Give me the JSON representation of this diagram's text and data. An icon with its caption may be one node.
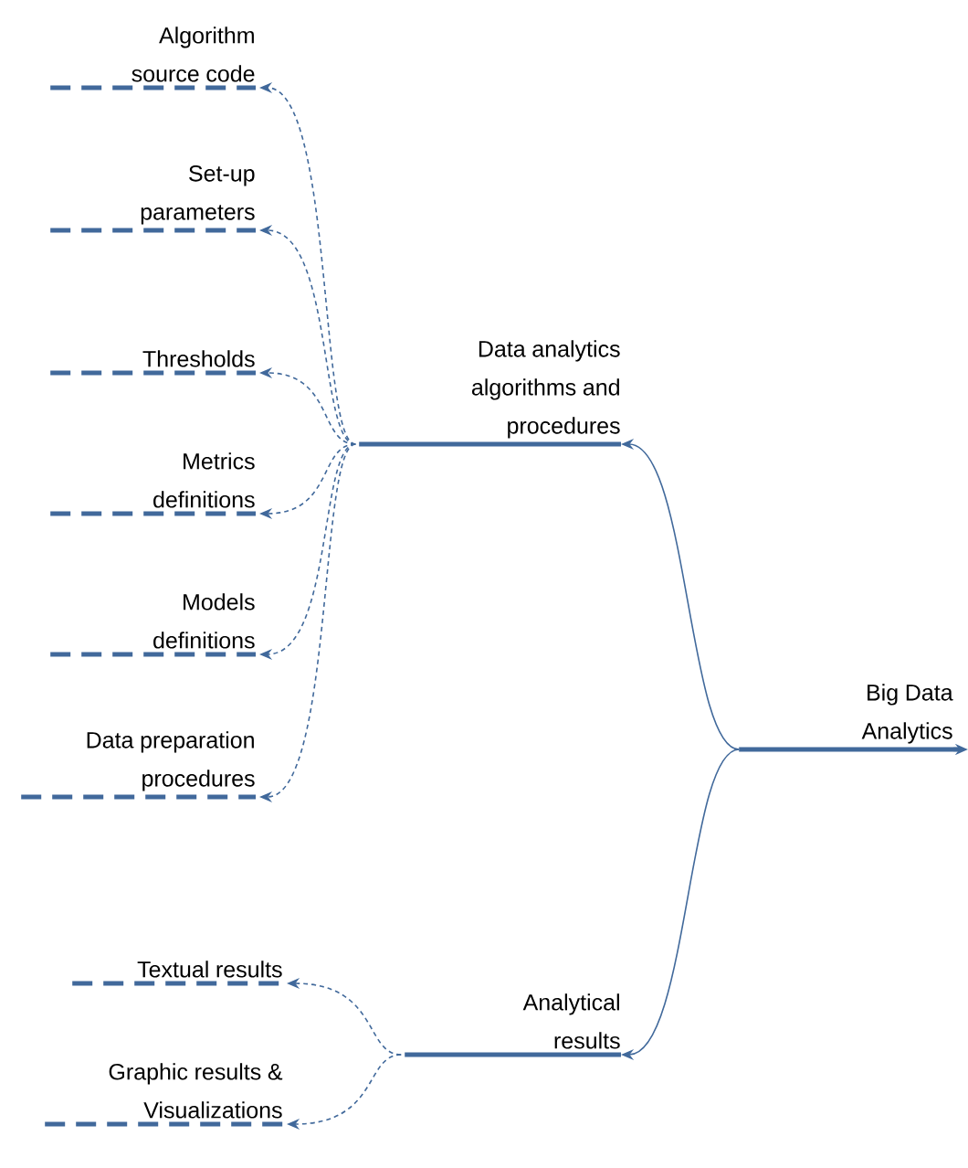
{
  "diagram": {
    "nodes": [
      {
        "text": [
          "Algorithm source code"
        ]
      },
      {
        "text": [
          "Set-up parameters"
        ]
      },
      {
        "text": [
          "Thresholds"
        ]
      },
      {
        "text": [
          "Metrics definitions"
        ]
      },
      {
        "text": [
          "Models definitions"
        ]
      },
      {
        "text": [
          "Data preparation procedures"
        ]
      },
      {
        "text": [
          "Data analytics algorithms and procedures"
        ]
      },
      {
        "text": [
          "Big Data Analytics"
        ]
      },
      {
        "text": [
          "Textual results"
        ]
      },
      {
        "text": [
          "Graphic results & Visualizations"
        ]
      },
      {
        "text": [
          "Analytical results"
        ]
      }
    ],
    "edges": [
      {
        "from": 7,
        "to": 6,
        "arrow": "to"
      },
      {
        "from": 7,
        "to": 10,
        "arrow": "to"
      },
      {
        "from": 6,
        "to": 0,
        "arrow": "to",
        "style": "dashed"
      },
      {
        "from": 6,
        "to": 1,
        "arrow": "to",
        "style": "dashed"
      },
      {
        "from": 6,
        "to": 2,
        "arrow": "to",
        "style": "dashed"
      },
      {
        "from": 6,
        "to": 3,
        "arrow": "to",
        "style": "dashed"
      },
      {
        "from": 6,
        "to": 4,
        "arrow": "to",
        "style": "dashed"
      },
      {
        "from": 6,
        "to": 5,
        "arrow": "to",
        "style": "dashed"
      },
      {
        "from": 10,
        "to": 8,
        "arrow": "to",
        "style": "dashed"
      },
      {
        "from": 10,
        "to": 9,
        "arrow": "to",
        "style": "dashed"
      },
      {
        "from": 7,
        "to": null,
        "arrow": "to",
        "style": "thick"
      }
    ]
  }
}
